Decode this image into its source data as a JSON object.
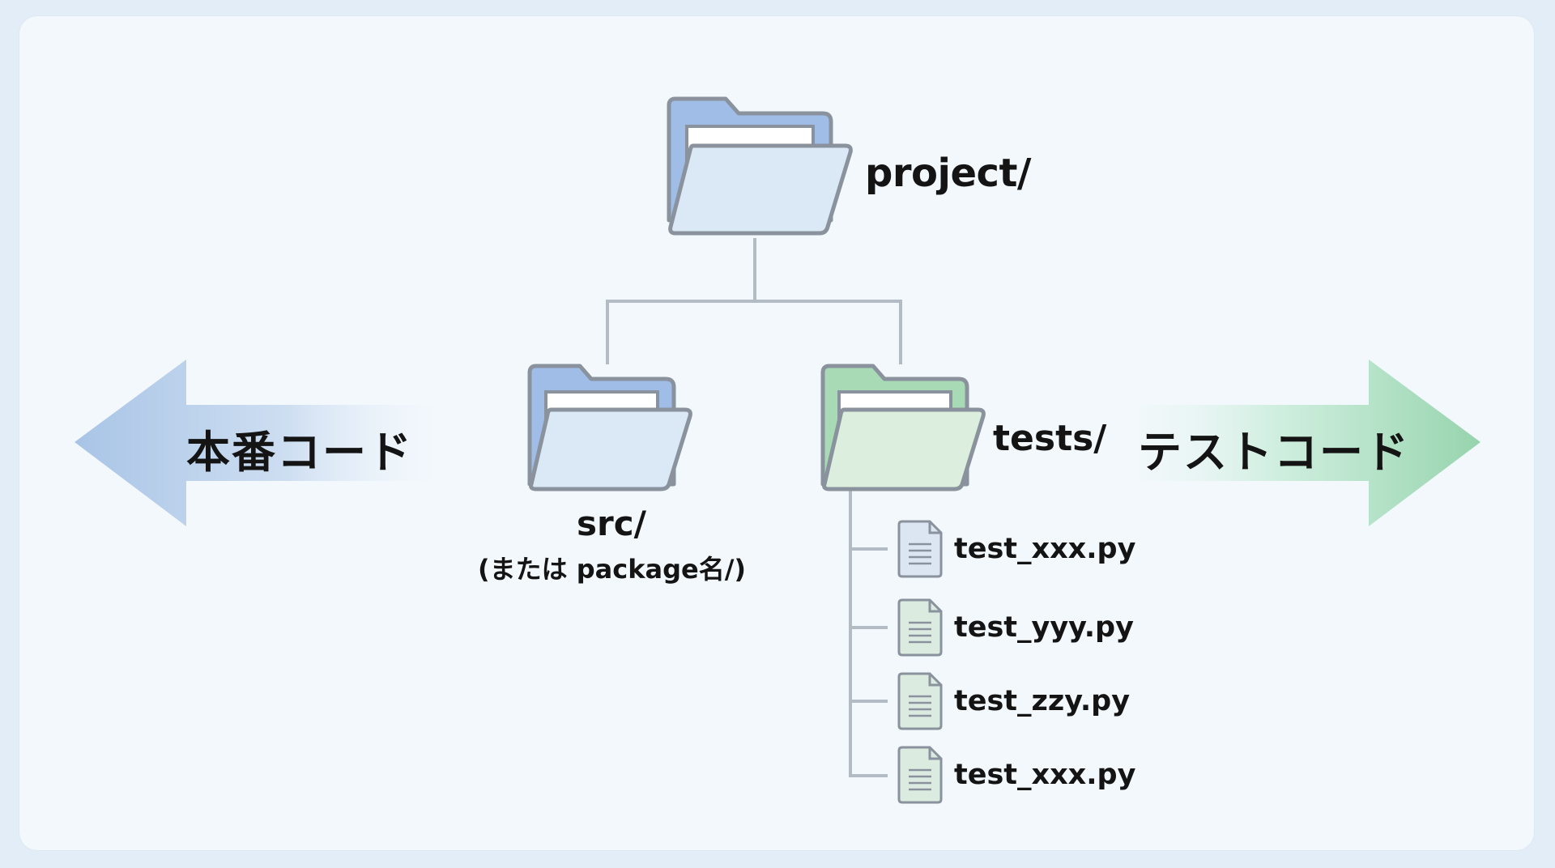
{
  "diagram": {
    "root": {
      "name": "project/"
    },
    "src": {
      "name": "src/",
      "subtitle": "(または package名/)"
    },
    "tests": {
      "name": "tests/",
      "files": [
        "test_xxx.py",
        "test_yyy.py",
        "test_zzy.py",
        "test_xxx.py"
      ]
    },
    "left_arrow": {
      "label": "本番コード",
      "color": "#a8c4e6"
    },
    "right_arrow": {
      "label": "テストコード",
      "color": "#9bd6b0"
    }
  },
  "colors": {
    "background": "#e3edf7",
    "card": "#f3f8fc",
    "blue_folder_back": "#9fbde6",
    "blue_folder_front": "#dbe8f6",
    "green_folder_back": "#a8dab5",
    "green_folder_front": "#dceedd",
    "outline": "#8a939d",
    "connector": "#b3bcc4"
  }
}
